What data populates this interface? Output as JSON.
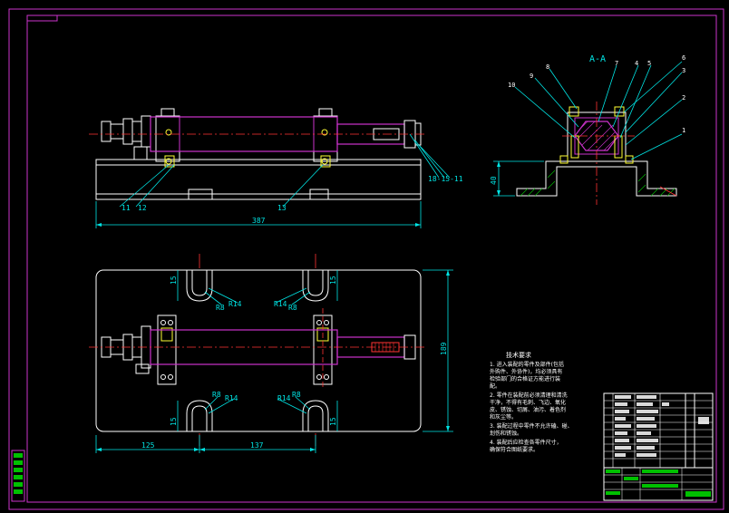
{
  "colors": {
    "background": "#000000",
    "frame": "#cc33cc",
    "outline": "#ffffff",
    "part": "#cc33cc",
    "dimension": "#00e5e5",
    "centerline": "#ff3333",
    "highlight": "#ffff33",
    "hatch": "#00c000"
  },
  "section": {
    "title": "A-A",
    "callouts": [
      "10",
      "9",
      "8",
      "7",
      "4",
      "5",
      "6",
      "3",
      "2",
      "1"
    ],
    "height_dim": "40"
  },
  "front_view": {
    "width_dim": "387",
    "callouts": [
      "11",
      "12",
      "13",
      "18-15-11"
    ]
  },
  "top_view": {
    "dims": {
      "top_left": "15",
      "top_right": "15",
      "bottom_left": "15",
      "bottom_right": "15",
      "height": "189",
      "left_width": "125",
      "right_width": "137"
    },
    "radii": {
      "r8": "R8",
      "r14": "R14"
    }
  },
  "notes": {
    "title": "技术要求",
    "lines": [
      "1. 进入装配的零件及部件(包括",
      "外购件、外协件)，均必须具有",
      "检验部门的合格证方能进行装",
      "配。",
      "2. 零件在装配前必须清理和清洗",
      "干净，不得有毛刺、飞边、氧化",
      "皮、锈蚀、切屑、油污、着色剂",
      "和灰尘等。",
      "3. 装配过程中零件不允许磕、碰、",
      "划伤和锈蚀。",
      "4. 装配后应检查各零件尺寸，",
      "确保符合图纸要求。"
    ]
  }
}
